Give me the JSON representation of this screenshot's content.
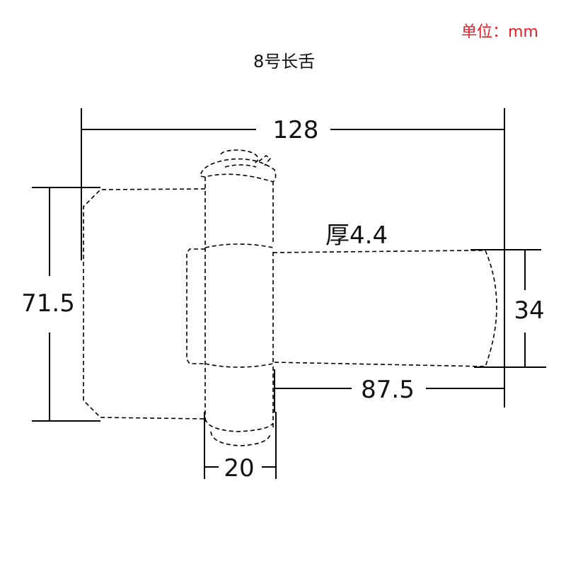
{
  "unit_label": "单位：mm",
  "title": "8号长舌",
  "dimensions": {
    "overall_width": "128",
    "plate_height": "71.5",
    "tongue_width": "34",
    "tongue_length": "87.5",
    "barrel_width": "20"
  },
  "thickness_label": "厚4.4"
}
